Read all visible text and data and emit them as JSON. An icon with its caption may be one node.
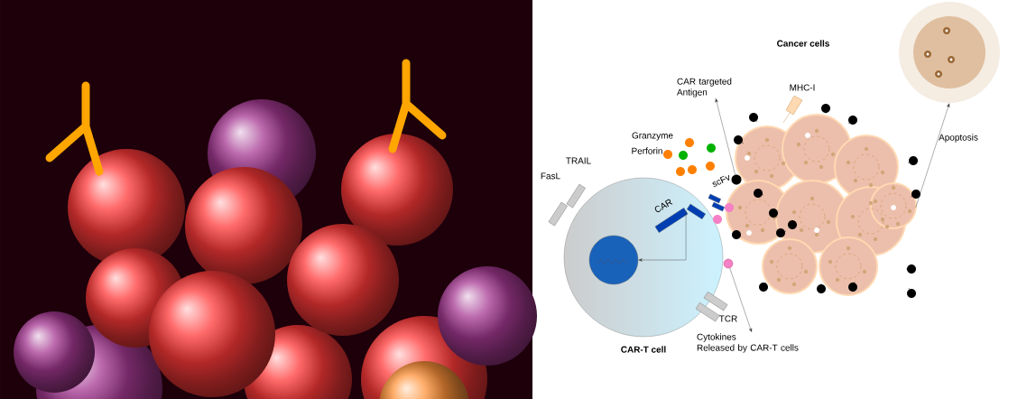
{
  "diagram": {
    "nodes": [
      {
        "text": [
          "CAR-T cell"
        ]
      },
      {
        "text": [],
        "shape": "circle",
        "in": 0
      },
      {
        "text": [],
        "shape": "bar",
        "in": 0,
        "beside": [
          "CAR"
        ]
      },
      {
        "text": [
          "Cancer cells"
        ]
      },
      {
        "text": [],
        "shape": "circle",
        "in": 3
      },
      {
        "text": [
          "CAR targeted Antigen"
        ]
      },
      {
        "text": [],
        "shape": "circle"
      },
      {
        "text": [],
        "shape": "circle"
      },
      {
        "text": [
          "Cytokines",
          "Released by CAR-T cells"
        ]
      }
    ],
    "edges": [
      {
        "from": 2,
        "to": 1,
        "arrow": "to"
      },
      {
        "from": 4,
        "to": 5,
        "arrow": "to"
      },
      {
        "from": 3,
        "to": 6,
        "arrow": "to"
      },
      {
        "from": 7,
        "to": 8,
        "arrow": "to"
      }
    ],
    "labels": [
      "MHC-I",
      "Granzyme",
      "Perforin",
      "TRAIL",
      "FasL",
      "scFv",
      "TCR",
      "Apoptosis"
    ]
  }
}
